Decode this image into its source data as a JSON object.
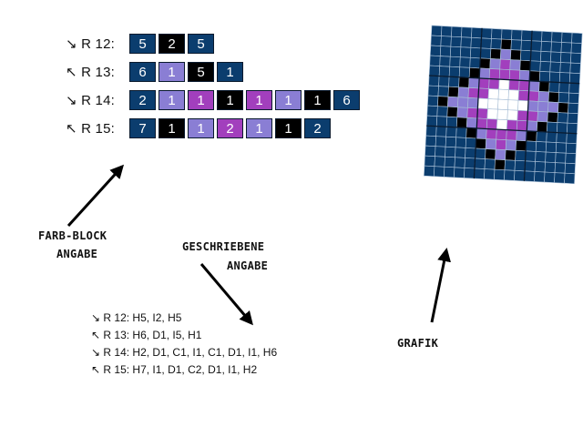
{
  "colors": {
    "H": "#0b3d6e",
    "I": "#000000",
    "D": "#8a7ed4",
    "C": "#a23fbd",
    "W": "#ffffff",
    "grid_line": "#a9bfd6"
  },
  "block_rows": [
    {
      "label": "↘ R 12:",
      "cells": [
        {
          "n": "5",
          "c": "H"
        },
        {
          "n": "2",
          "c": "I"
        },
        {
          "n": "5",
          "c": "H"
        }
      ]
    },
    {
      "label": "↖ R 13:",
      "cells": [
        {
          "n": "6",
          "c": "H"
        },
        {
          "n": "1",
          "c": "D"
        },
        {
          "n": "5",
          "c": "I"
        },
        {
          "n": "1",
          "c": "H"
        }
      ]
    },
    {
      "label": "↘ R 14:",
      "cells": [
        {
          "n": "2",
          "c": "H"
        },
        {
          "n": "1",
          "c": "D"
        },
        {
          "n": "1",
          "c": "C"
        },
        {
          "n": "1",
          "c": "I"
        },
        {
          "n": "1",
          "c": "C"
        },
        {
          "n": "1",
          "c": "D"
        },
        {
          "n": "1",
          "c": "I"
        },
        {
          "n": "6",
          "c": "H"
        }
      ]
    },
    {
      "label": "↖ R 15:",
      "cells": [
        {
          "n": "7",
          "c": "H"
        },
        {
          "n": "1",
          "c": "I"
        },
        {
          "n": "1",
          "c": "D"
        },
        {
          "n": "2",
          "c": "C"
        },
        {
          "n": "1",
          "c": "D"
        },
        {
          "n": "1",
          "c": "I"
        },
        {
          "n": "2",
          "c": "H"
        }
      ]
    }
  ],
  "labels": {
    "farb_block_1": "FARB-BLOCK",
    "farb_block_2": "ANGABE",
    "geschriebene_1": "GESCHRIEBENE",
    "geschriebene_2": "ANGABE",
    "grafik": "GRAFIK"
  },
  "written_lines": [
    "↘ R 12: H5, I2, H5",
    "↖ R 13: H6, D1, I5, H1",
    "↘ R 14: H2, D1, C1, I1, C1, D1, I1, H6",
    "↖ R 15: H7, I1, D1, C2, D1, I1, H2"
  ],
  "pattern": {
    "rows": [
      "HHHHHHHHHHHHHHH",
      "HHHHHHHIHHHHHHH",
      "HHHHHHIDIHHHHHH",
      "HHHHHIDCDIHHHHH",
      "HHHHIDCCCDIHHHH",
      "HHHIDCCWCCDIHHH",
      "HHIDCCWWWCCDIHH",
      "HIDDDWWWWWDDDIH",
      "HHIDCCWWWCCDIHH",
      "HHHIDCCWCCDIHHH",
      "HHHHIDCCCDIHHHH",
      "HHHHHIDCDIHHHHH",
      "HHHHHHIDIHHHHHH",
      "HHHHHHHIHHHHHHH",
      "HHHHHHHHHHHHHHH"
    ]
  }
}
